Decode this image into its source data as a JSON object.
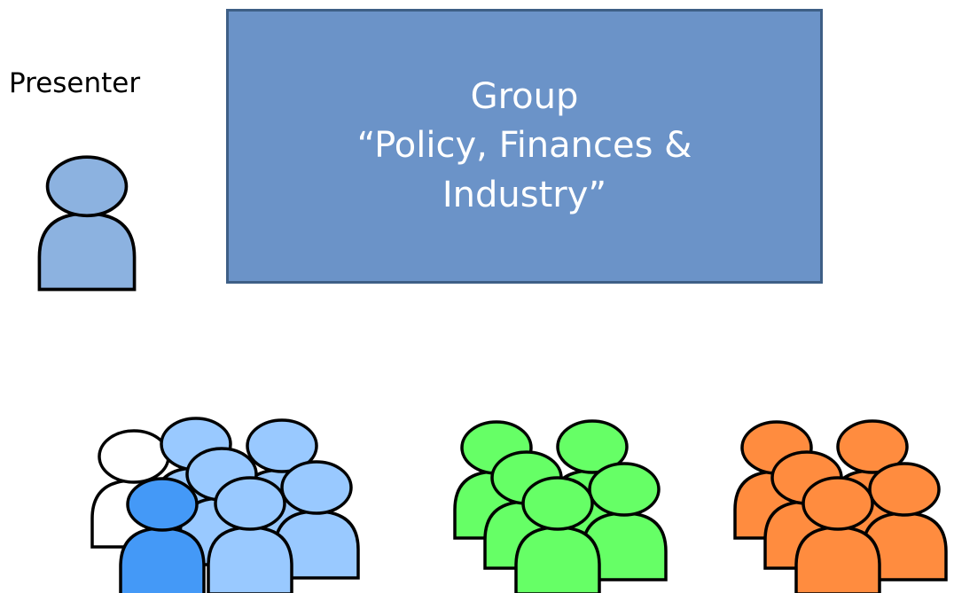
{
  "presenter": {
    "label": "Presenter"
  },
  "group_box": {
    "line1": "Group",
    "line2": "“Policy, Finances &",
    "line3": "Industry”"
  },
  "colors": {
    "box_fill": "#6b93c8",
    "box_border": "#3e5f86",
    "presenter_person": "#8cb2e0",
    "audience_light_blue": "#99c9ff",
    "audience_dark_blue": "#4499f7",
    "audience_white": "#ffffff",
    "audience_green": "#66ff66",
    "audience_orange": "#ff8c3f",
    "outline": "#000000"
  }
}
